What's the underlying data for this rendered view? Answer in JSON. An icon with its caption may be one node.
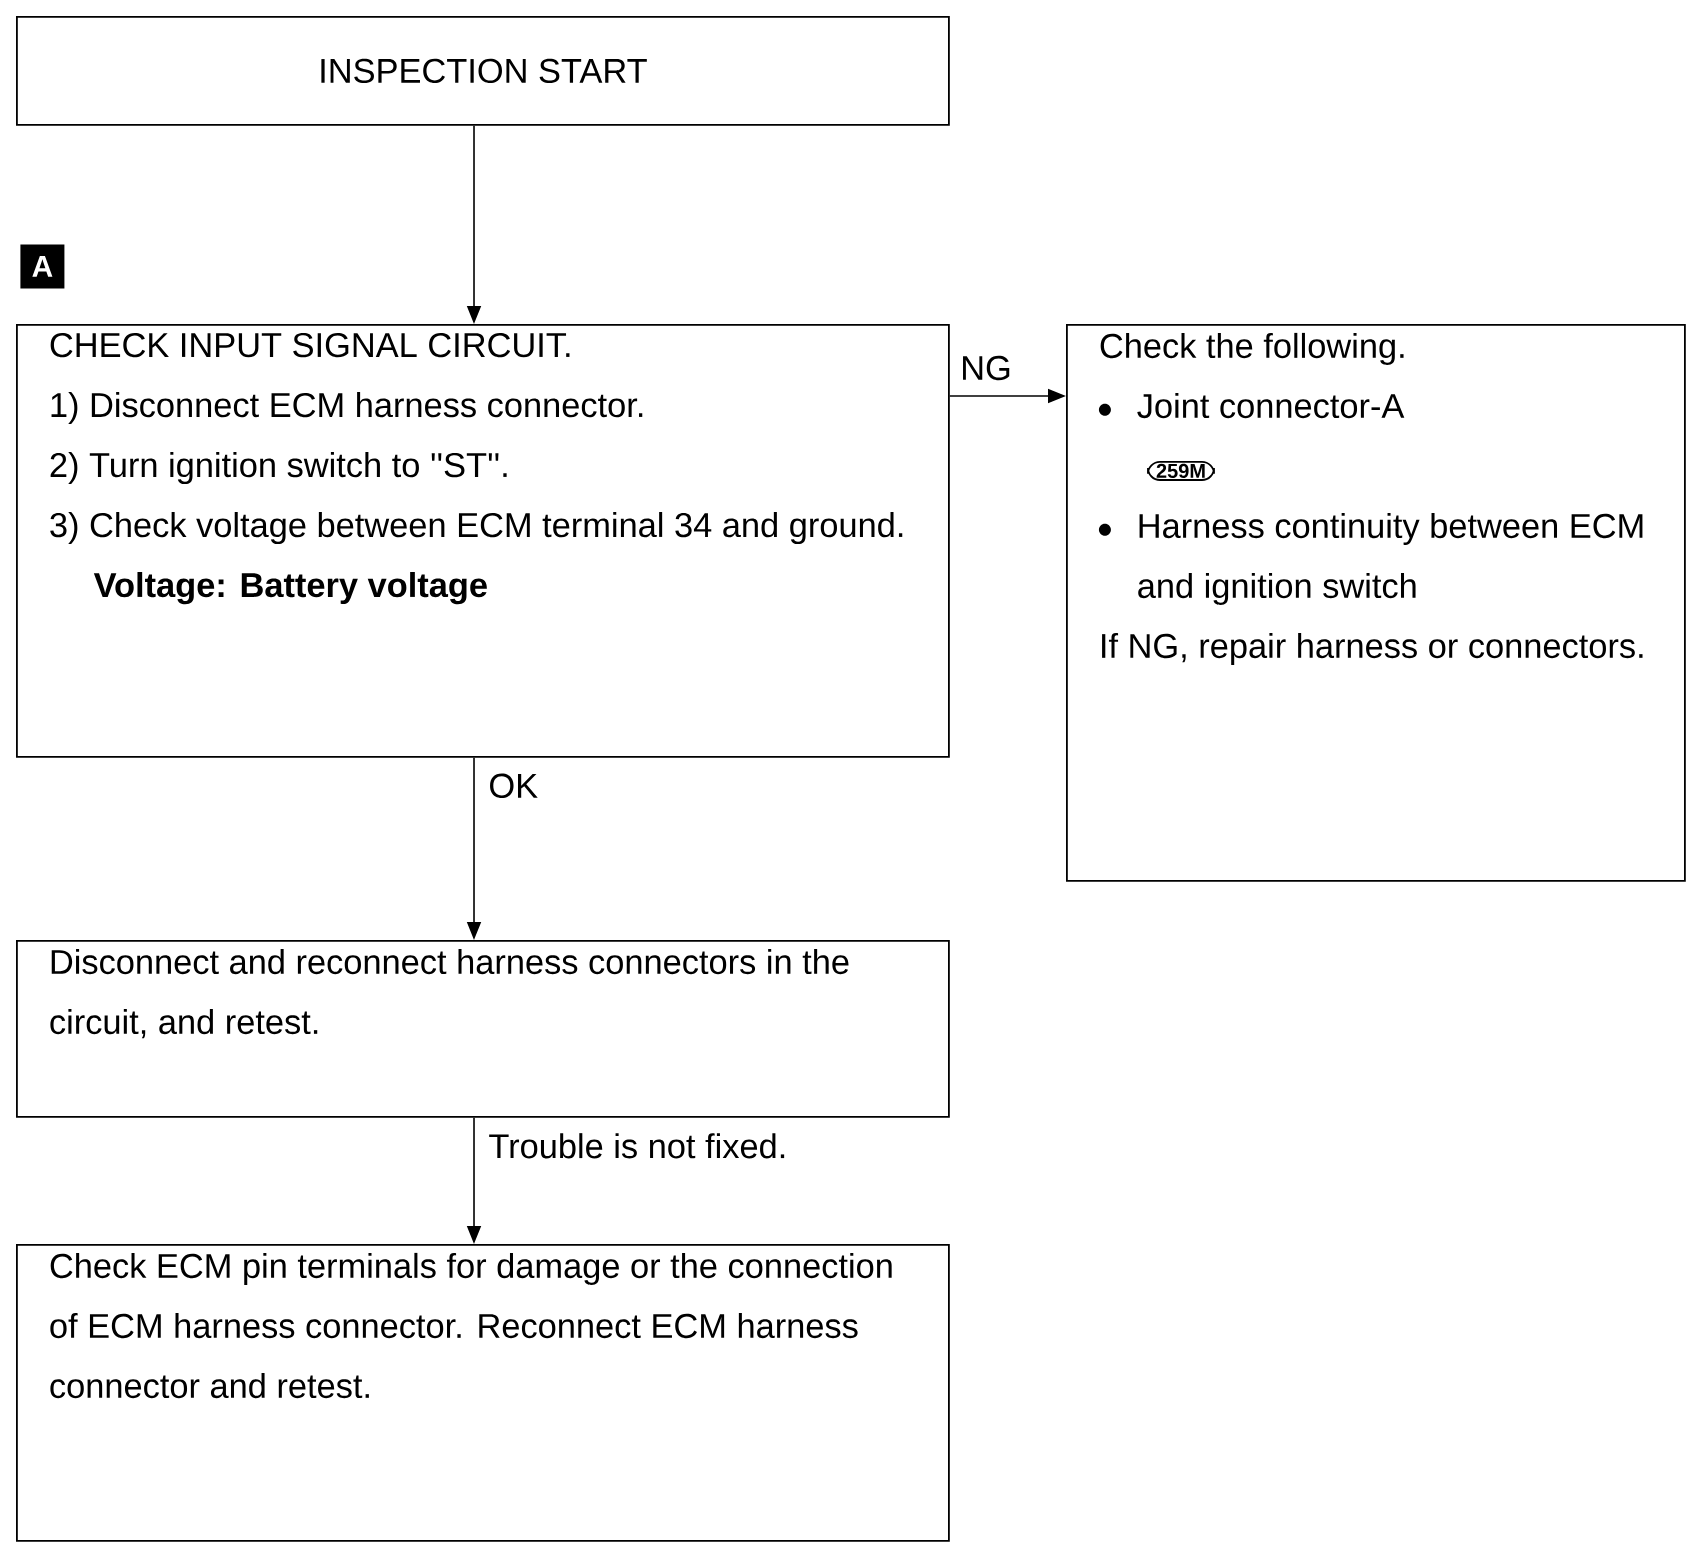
{
  "diagram": {
    "nodes": [
      {
        "text": [
          "INSPECTION START"
        ]
      },
      {
        "text": [
          "CHECK INPUT SIGNAL CIRCUIT.",
          "1) Disconnect ECM harness connector.",
          "2) Turn ignition switch to ''ST''.",
          "3) Check voltage between ECM terminal 34 and ground.",
          "Voltage: Battery voltage"
        ]
      },
      {
        "text": [
          "Check the following.",
          "Joint connector-A",
          "259M",
          "Harness continuity between ECM and ignition switch",
          "If NG, repair harness or connectors."
        ]
      },
      {
        "text": [
          "Disconnect and reconnect harness connectors in the circuit, and retest."
        ]
      },
      {
        "text": [
          "Check ECM pin terminals for damage or the connection of ECM harness connector. Reconnect ECM harness connector and retest."
        ]
      }
    ],
    "edges": [
      {
        "from": 0,
        "to": 1,
        "arrow": "to"
      },
      {
        "from": 1,
        "to": 2,
        "arrow": "to",
        "label": "NG"
      },
      {
        "from": 1,
        "to": 3,
        "arrow": "to",
        "label": "OK"
      },
      {
        "from": 3,
        "to": 4,
        "arrow": "to",
        "label": "Trouble is not fixed."
      }
    ],
    "labels": [
      "A"
    ]
  }
}
